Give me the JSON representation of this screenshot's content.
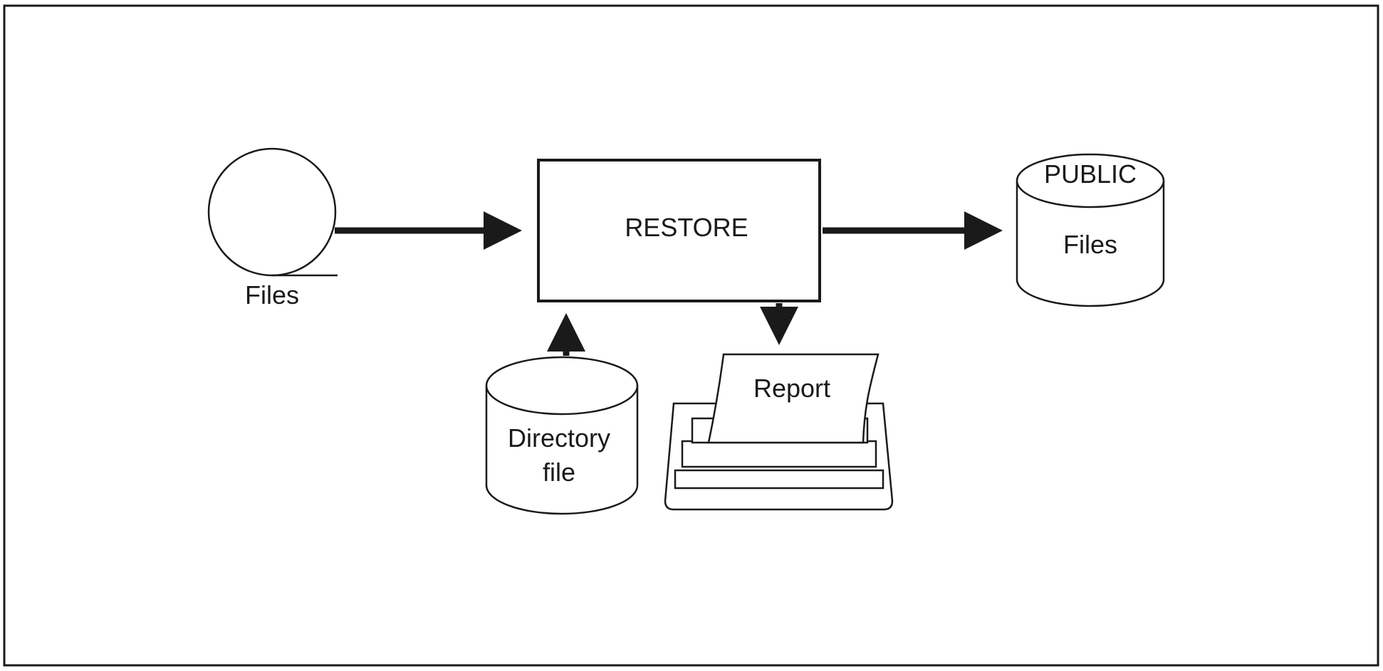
{
  "diagram": {
    "nodes": {
      "input_files": {
        "label": "Files",
        "shape": "magnetic-tape"
      },
      "restore": {
        "label": "RESTORE",
        "shape": "process-box"
      },
      "public_files": {
        "top_label": "PUBLIC",
        "label": "Files",
        "shape": "disk-cylinder"
      },
      "directory_file": {
        "line1": "Directory",
        "line2": "file",
        "shape": "disk-cylinder"
      },
      "report": {
        "label": "Report",
        "shape": "printer"
      }
    },
    "edges": [
      {
        "from": "Files",
        "to": "RESTORE"
      },
      {
        "from": "RESTORE",
        "to": "PUBLIC Files"
      },
      {
        "from": "Directory file",
        "to": "RESTORE"
      },
      {
        "from": "RESTORE",
        "to": "Report"
      }
    ]
  },
  "colors": {
    "ink": "#1a1a1a",
    "background": "#ffffff"
  }
}
